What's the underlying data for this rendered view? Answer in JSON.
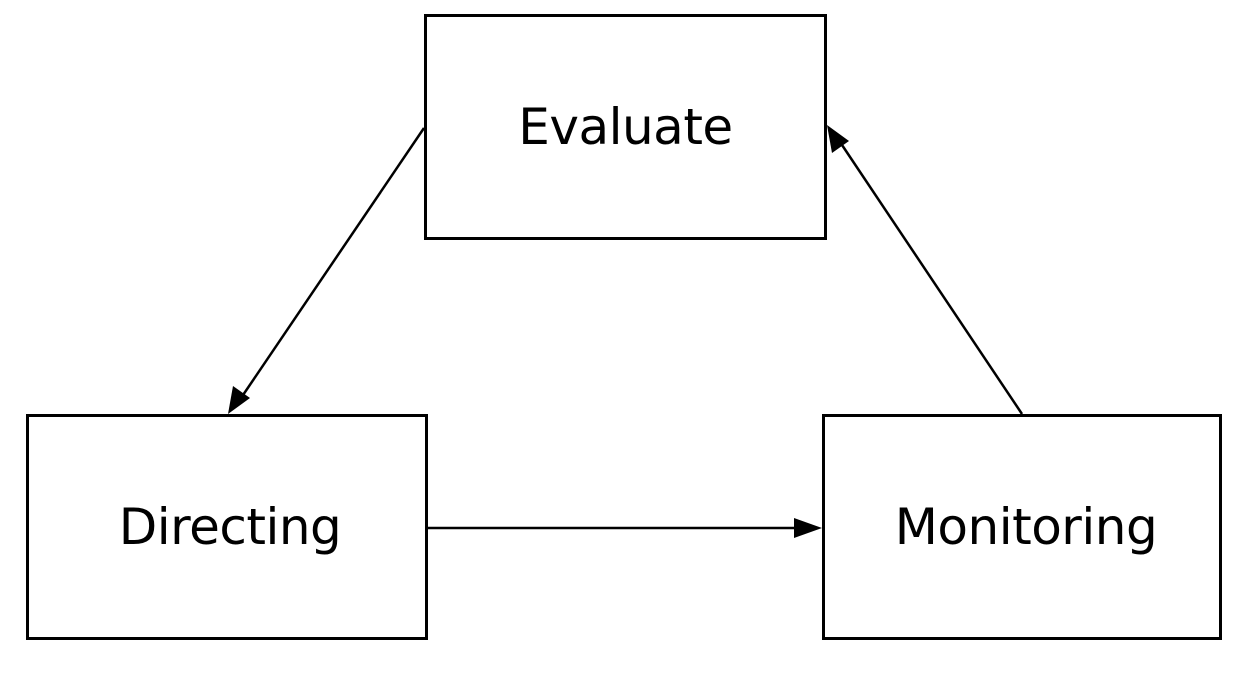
{
  "diagram": {
    "nodes": {
      "evaluate": {
        "label": "Evaluate"
      },
      "directing": {
        "label": "Directing"
      },
      "monitoring": {
        "label": "Monitoring"
      }
    },
    "edges": [
      {
        "from": "evaluate",
        "to": "directing"
      },
      {
        "from": "directing",
        "to": "monitoring"
      },
      {
        "from": "monitoring",
        "to": "evaluate"
      }
    ],
    "colors": {
      "stroke": "#000000",
      "background": "#ffffff"
    }
  }
}
